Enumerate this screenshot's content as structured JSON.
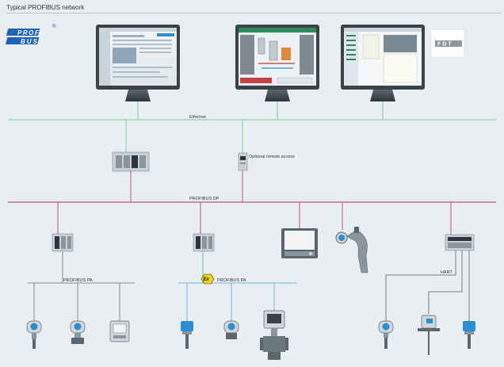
{
  "diagram": {
    "title": "Typical PROFIBUS network",
    "logos": {
      "profibus_top": "PROFI",
      "profibus_bottom": "BUS",
      "registered": "®",
      "fdt": "FDT"
    },
    "networks": {
      "ethernet": "Ethernet",
      "profibus_dp": "PROFIBUS DP",
      "profibus_pa_1": "PROFIBUS PA",
      "profibus_pa_2": "PROFIBUS PA",
      "hart": "HART"
    },
    "labels": {
      "remote_access": "Optional remote access",
      "ex_mark": "Ex"
    },
    "colors": {
      "ethernet_line": "#7dc98e",
      "profibus_dp_line": "#b8538f",
      "pa_line": "#8a8a8a",
      "ex_pa_line": "#6fb6d8",
      "hart_line": "#7a7a7a",
      "ex_badge": "#f5d400",
      "logo_blue": "#1e63b5",
      "device_blue": "#2a8fd0"
    }
  }
}
